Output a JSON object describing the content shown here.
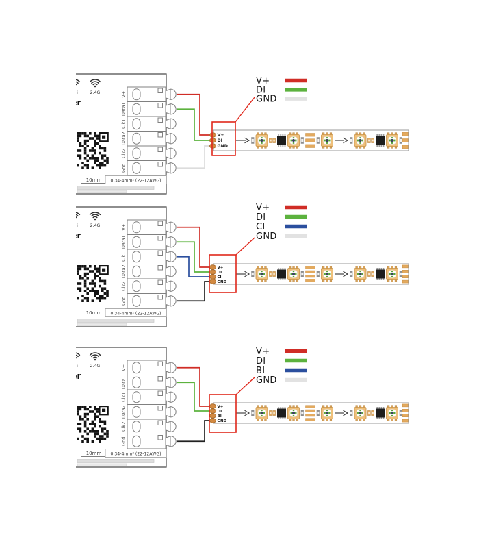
{
  "colors": {
    "highlight_box": "#e0281c",
    "copper_pad": "#e3aa5f",
    "copper_pad_dark": "#d28a42",
    "outline": "#808080",
    "wire_red": "#d02d26",
    "wire_green": "#5cb23e",
    "wire_blue": "#2b4f9e",
    "wire_gray": "#dcdcdc",
    "wire_black": "#222222"
  },
  "controller": {
    "wifi_band_label": "2.4G",
    "wifi_secondary_fragment": "i",
    "brand_fragment": "er",
    "terminals": [
      "V+",
      "Data1",
      "Clk1",
      "Data2",
      "Clk2",
      "Gnd"
    ],
    "strip_length_label": "10mm",
    "wire_spec_label": "0.34-4mm² (22-12AWG)"
  },
  "diagrams": [
    {
      "legend": [
        {
          "label": "V+",
          "color": "#d02d26"
        },
        {
          "label": "DI",
          "color": "#5cb23e"
        },
        {
          "label": "GND",
          "color": "#e2e2e2"
        }
      ],
      "connector_pins": [
        "V+",
        "DI",
        "GND"
      ],
      "wires": [
        {
          "terminal": "V+",
          "pin": "V+",
          "color": "#d02d26"
        },
        {
          "terminal": "Data1",
          "pin": "DI",
          "color": "#5cb23e"
        },
        {
          "terminal": "Gnd",
          "pin": "GND",
          "color": "#dcdcdc"
        }
      ],
      "cut_pads": 3,
      "end_pads": 3
    },
    {
      "legend": [
        {
          "label": "V+",
          "color": "#d02d26"
        },
        {
          "label": "DI",
          "color": "#5cb23e"
        },
        {
          "label": "CI",
          "color": "#2b4f9e"
        },
        {
          "label": "GND",
          "color": "#e2e2e2"
        }
      ],
      "connector_pins": [
        "V+",
        "DI",
        "CI",
        "GND"
      ],
      "wires": [
        {
          "terminal": "V+",
          "pin": "V+",
          "color": "#d02d26"
        },
        {
          "terminal": "Data1",
          "pin": "DI",
          "color": "#5cb23e"
        },
        {
          "terminal": "Clk1",
          "pin": "CI",
          "color": "#2b4f9e"
        },
        {
          "terminal": "Gnd",
          "pin": "GND",
          "color": "#222222"
        }
      ],
      "cut_pads": 4,
      "end_pads": 4
    },
    {
      "legend": [
        {
          "label": "V+",
          "color": "#d02d26"
        },
        {
          "label": "DI",
          "color": "#5cb23e"
        },
        {
          "label": "BI",
          "color": "#2b4f9e"
        },
        {
          "label": "GND",
          "color": "#e2e2e2"
        }
      ],
      "connector_pins": [
        "V+",
        "DI",
        "BI",
        "GND"
      ],
      "wires": [
        {
          "terminal": "V+",
          "pin": "V+",
          "color": "#d02d26"
        },
        {
          "terminal": "Data1",
          "pin": "DI",
          "color": "#5cb23e"
        },
        {
          "terminal": "Gnd",
          "pin": "GND",
          "color": "#222222"
        }
      ],
      "cut_pads": 4,
      "end_pads": 4
    }
  ]
}
